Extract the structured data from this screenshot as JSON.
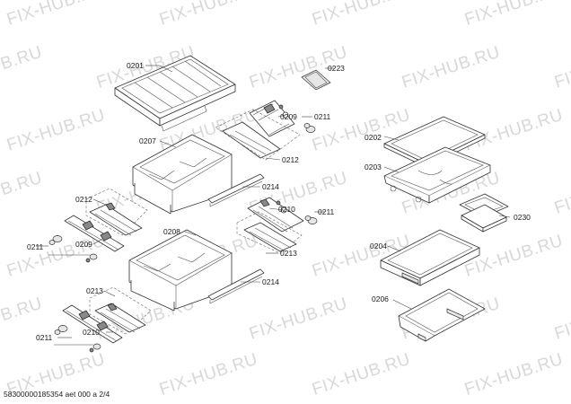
{
  "watermark": {
    "text": "FIX-HUB.RU",
    "color": "#d8d8d8"
  },
  "parts": [
    {
      "id": "p0201",
      "label": "0201"
    },
    {
      "id": "p0223",
      "label": "0223"
    },
    {
      "id": "p0209a",
      "label": "0209"
    },
    {
      "id": "p0211a",
      "label": "0211"
    },
    {
      "id": "p0207",
      "label": "0207"
    },
    {
      "id": "p0212a",
      "label": "0212"
    },
    {
      "id": "p0214a",
      "label": "0214"
    },
    {
      "id": "p0212b",
      "label": "0212"
    },
    {
      "id": "p0210a",
      "label": "0210"
    },
    {
      "id": "p0211b",
      "label": "0211"
    },
    {
      "id": "p0211c",
      "label": "0211"
    },
    {
      "id": "p0209b",
      "label": "0209"
    },
    {
      "id": "p0208",
      "label": "0208"
    },
    {
      "id": "p0213a",
      "label": "0213"
    },
    {
      "id": "p0214b",
      "label": "0214"
    },
    {
      "id": "p0213b",
      "label": "0213"
    },
    {
      "id": "p0211d",
      "label": "0211"
    },
    {
      "id": "p0210b",
      "label": "0210"
    },
    {
      "id": "p0202",
      "label": "0202"
    },
    {
      "id": "p0203",
      "label": "0203"
    },
    {
      "id": "p0230",
      "label": "0230"
    },
    {
      "id": "p0204",
      "label": "0204"
    },
    {
      "id": "p0206",
      "label": "0206"
    }
  ],
  "footer": {
    "text": "58300000185354 aet 000 a 2/4"
  }
}
